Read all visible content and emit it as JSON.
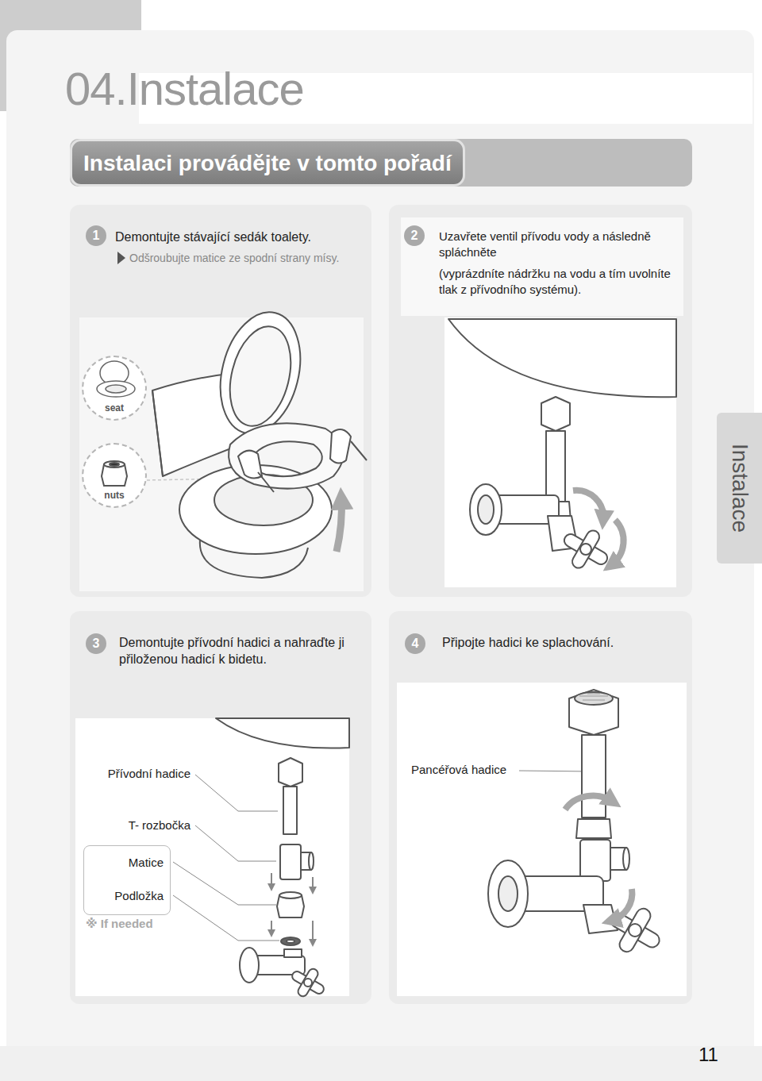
{
  "diagram": {
    "title": "04.Instalace",
    "nodes": [
      {
        "text": [
          "Instalaci provádějte v tomto pořadí"
        ]
      },
      {
        "text": [
          "Demontujte stávající sedák toalety.",
          "Odšroubujte matice ze spodní strany mísy."
        ]
      },
      {
        "text": [
          "1"
        ],
        "in": 1
      },
      {
        "text": [
          "seat"
        ],
        "in": 1
      },
      {
        "text": [
          "nuts"
        ],
        "in": 1
      },
      {
        "text": [
          "Uzavřete ventil přívodu vody a následně spláchněte",
          "(vyprázdníte nádržku na vodu a tím uvolníte tlak z přívodního systému)."
        ]
      },
      {
        "text": [
          "2"
        ],
        "in": 5
      },
      {
        "text": [
          "Instalace"
        ]
      },
      {
        "text": [
          "Demontujte přívodní hadici a nahraďte ji přiloženou hadicí k bidetu."
        ]
      },
      {
        "text": [
          "3"
        ],
        "in": 8
      },
      {
        "text": [
          "Matice",
          "Podložka"
        ],
        "in": 8
      },
      {
        "text": [
          "Připojte hadici ke splachování."
        ]
      },
      {
        "text": [
          "4"
        ],
        "in": 11
      }
    ],
    "labels": [
      "Přívodní hadice",
      "T- rozbočka",
      "※ If needed",
      "Pancéřová hadice",
      "11"
    ]
  }
}
